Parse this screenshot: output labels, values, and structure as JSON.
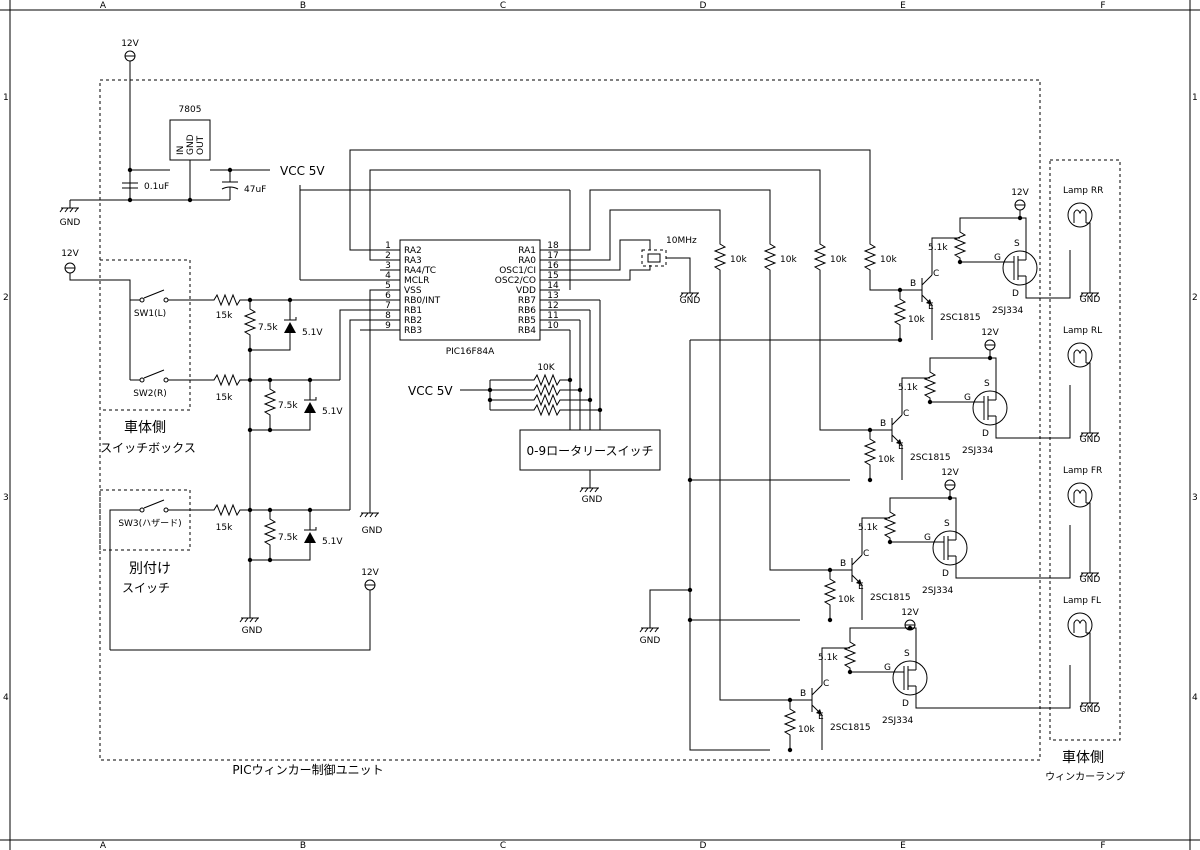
{
  "frame": {
    "cols": [
      "A",
      "B",
      "C",
      "D",
      "E",
      "F"
    ],
    "rows": [
      "1",
      "2",
      "3",
      "4"
    ]
  },
  "ic": {
    "name": "PIC16F84A",
    "left_pins": [
      {
        "num": "1",
        "name": "RA2"
      },
      {
        "num": "2",
        "name": "RA3"
      },
      {
        "num": "3",
        "name": "RA4/TC"
      },
      {
        "num": "4",
        "name": "MCLR"
      },
      {
        "num": "5",
        "name": "VSS"
      },
      {
        "num": "6",
        "name": "RB0/INT"
      },
      {
        "num": "7",
        "name": "RB1"
      },
      {
        "num": "8",
        "name": "RB2"
      },
      {
        "num": "9",
        "name": "RB3"
      }
    ],
    "right_pins": [
      {
        "num": "18",
        "name": "RA1"
      },
      {
        "num": "17",
        "name": "RA0"
      },
      {
        "num": "16",
        "name": "OSC1/CI"
      },
      {
        "num": "15",
        "name": "OSC2/CO"
      },
      {
        "num": "14",
        "name": "VDD"
      },
      {
        "num": "13",
        "name": "RB7"
      },
      {
        "num": "12",
        "name": "RB6"
      },
      {
        "num": "11",
        "name": "RB5"
      },
      {
        "num": "10",
        "name": "RB4"
      }
    ]
  },
  "power": {
    "regulator": "7805",
    "reg_pins": [
      "IN",
      "GND",
      "OUT"
    ],
    "c1": "0.1uF",
    "c2": "47uF",
    "vcc_label": "VCC 5V",
    "v12": "12V",
    "gnd": "GND"
  },
  "crystal": "10MHz",
  "rotary": {
    "label": "0-9ロータリースイッチ",
    "res": "10K",
    "vcc": "VCC 5V"
  },
  "switches": {
    "sw1": "SW1(L)",
    "sw2": "SW2(R)",
    "sw3": "SW3(ハザード)",
    "r15": "15k",
    "r75": "7.5k",
    "zener": "5.1V"
  },
  "drivers": {
    "r10": "10k",
    "r51": "5.1k",
    "npn": "2SC1815",
    "pmos": "2SJ334",
    "B": "B",
    "C": "C",
    "E": "E",
    "G": "G",
    "S": "S",
    "D": "D"
  },
  "lamps": [
    "Lamp RR",
    "Lamp RL",
    "Lamp FR",
    "Lamp FL"
  ],
  "groups": {
    "switchbox": [
      "車体側",
      "スイッチボックス"
    ],
    "extra": [
      "別付け",
      "スイッチ"
    ],
    "unit": "PICウィンカー制御ユニット",
    "lampside": [
      "車体側",
      "ウィンカーランプ"
    ]
  }
}
